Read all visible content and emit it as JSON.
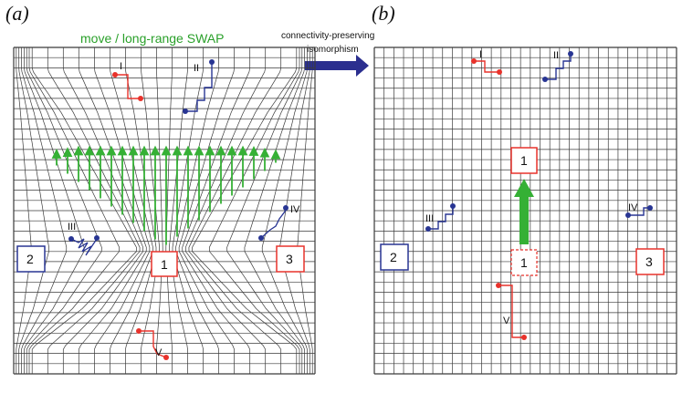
{
  "panel_a": {
    "label": "(a)",
    "title": "move / long-range SWAP",
    "box_left": "2",
    "box_center": "1",
    "box_right": "3",
    "path_labels": [
      "I",
      "II",
      "III",
      "IV",
      "V"
    ]
  },
  "transition": {
    "line1": "connectivity-preserving",
    "line2": "isomorphism"
  },
  "panel_b": {
    "label": "(b)",
    "box_top": "1",
    "box_ghost": "1",
    "box_left": "2",
    "box_right": "3",
    "path_labels": [
      "I",
      "II",
      "III",
      "IV",
      "V"
    ]
  },
  "colors": {
    "grid": "#3a3a3a",
    "red": "#e8322b",
    "blue": "#283593",
    "green": "#35b035",
    "arrow": "#2b2f8f"
  }
}
